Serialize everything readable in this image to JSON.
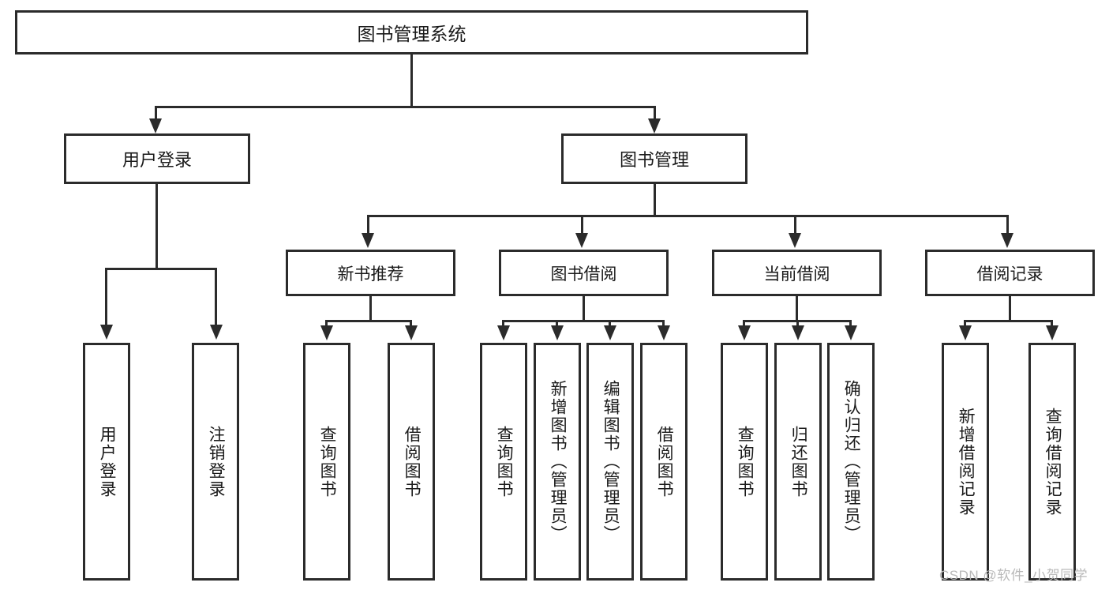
{
  "diagram": {
    "title": "图书管理系统",
    "root": {
      "label": "图书管理系统"
    },
    "level1": [
      {
        "label": "用户登录"
      },
      {
        "label": "图书管理"
      }
    ],
    "level2": [
      {
        "label": "新书推荐"
      },
      {
        "label": "图书借阅"
      },
      {
        "label": "当前借阅"
      },
      {
        "label": "借阅记录"
      }
    ],
    "leaves": {
      "user_login": [
        {
          "label": "用户登录"
        },
        {
          "label": "注销登录"
        }
      ],
      "new_book_recommend": [
        {
          "label": "查询图书"
        },
        {
          "label": "借阅图书"
        }
      ],
      "book_borrow": [
        {
          "label": "查询图书"
        },
        {
          "label": "新增图书（管理员）"
        },
        {
          "label": "编辑图书（管理员）"
        },
        {
          "label": "借阅图书"
        }
      ],
      "current_borrow": [
        {
          "label": "查询图书"
        },
        {
          "label": "归还图书"
        },
        {
          "label": "确认归还（管理员）"
        }
      ],
      "borrow_record": [
        {
          "label": "新增借阅记录"
        },
        {
          "label": "查询借阅记录"
        }
      ]
    }
  },
  "watermark": {
    "text": "CSDN @软件_小贺同学"
  },
  "colors": {
    "stroke": "#2b2b2b",
    "background": "#ffffff",
    "text": "#1a1a1a",
    "watermark": "#b9b9b9"
  }
}
